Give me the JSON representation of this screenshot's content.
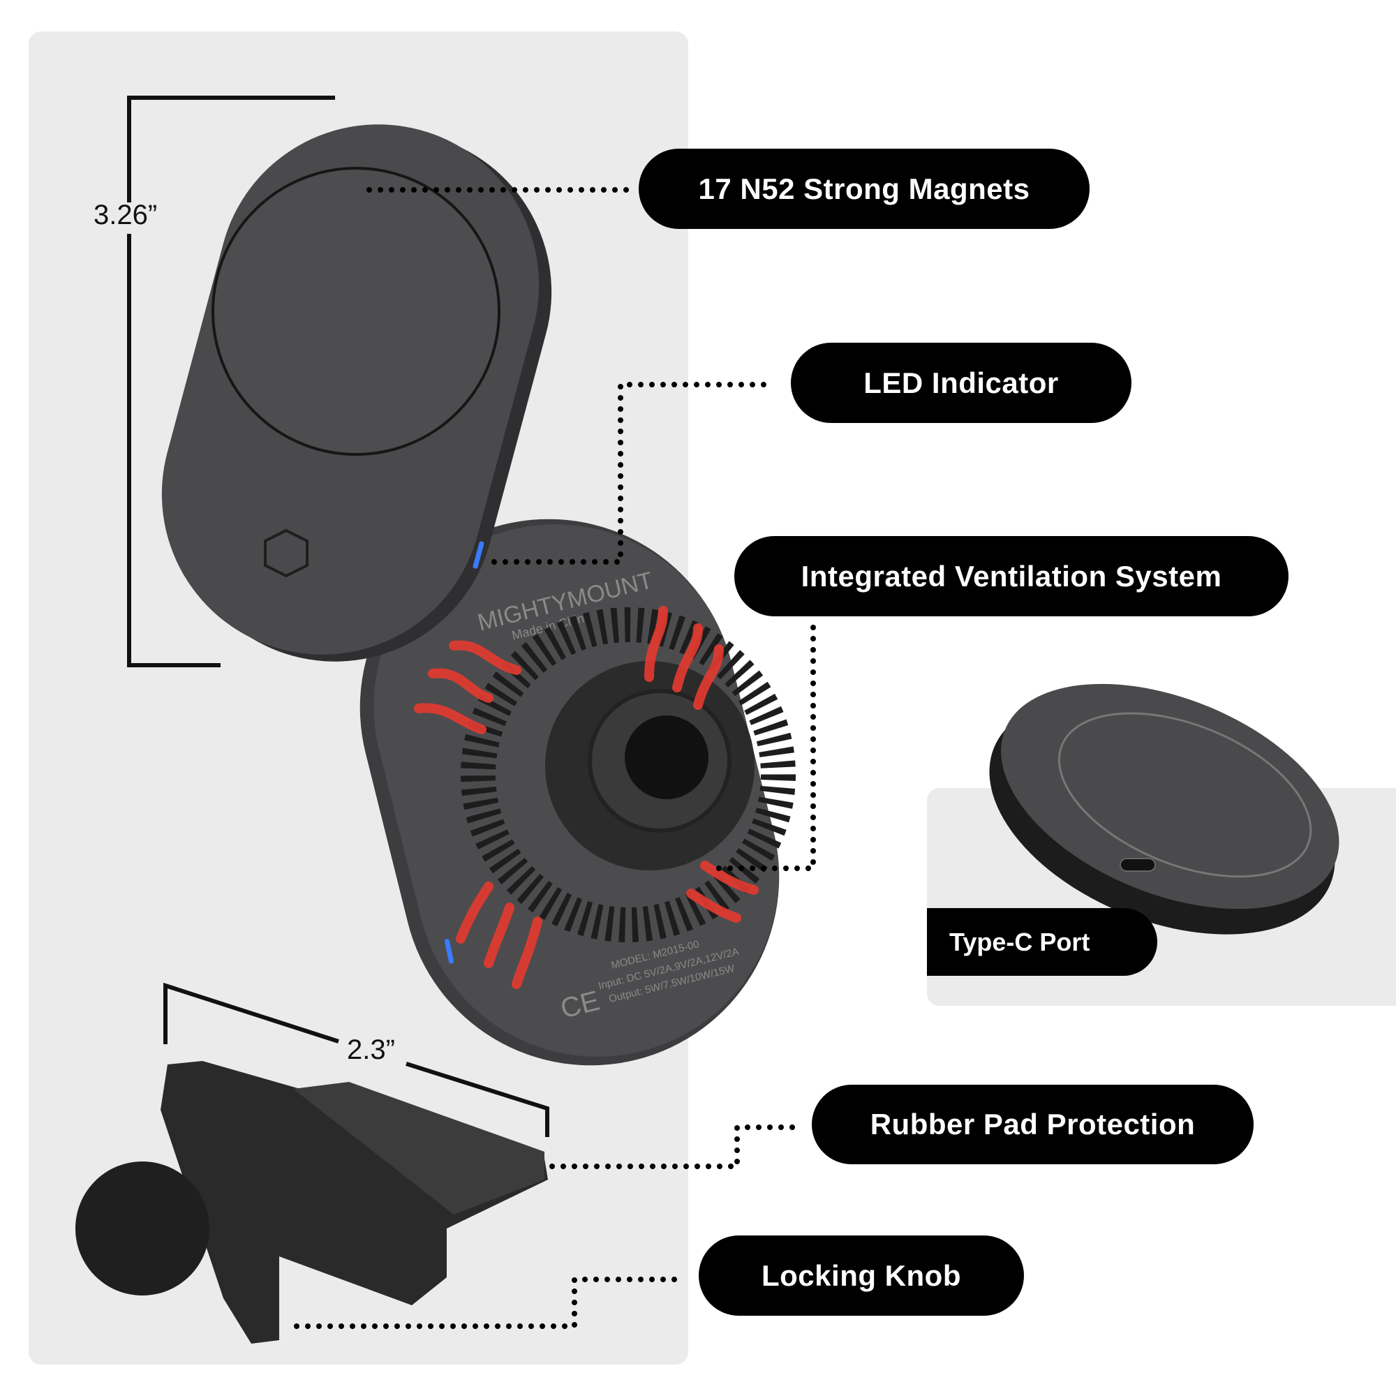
{
  "callouts": {
    "magnets": "17 N52 Strong Magnets",
    "led": "LED Indicator",
    "ventilation": "Integrated Ventilation System",
    "rubber_pad": "Rubber Pad Protection",
    "locking_knob": "Locking Knob",
    "type_c": "Type-C Port"
  },
  "dimensions": {
    "height": "3.26”",
    "width": "2.3”"
  },
  "product_label": {
    "brand": "MIGHTYMOUNT",
    "origin": "Made in China",
    "model": "MODEL: M2015-00",
    "input": "Input: DC 5V/2A,9V/2A,12V/2A",
    "output": "Output: 5W/7.5W/10W/15W",
    "cert": "CE"
  },
  "colors": {
    "panel": "#ebebeb",
    "pill": "#000000",
    "device": "#4a4a4c",
    "airflow_arrows": "#e53a30",
    "led": "#3a7bff"
  }
}
